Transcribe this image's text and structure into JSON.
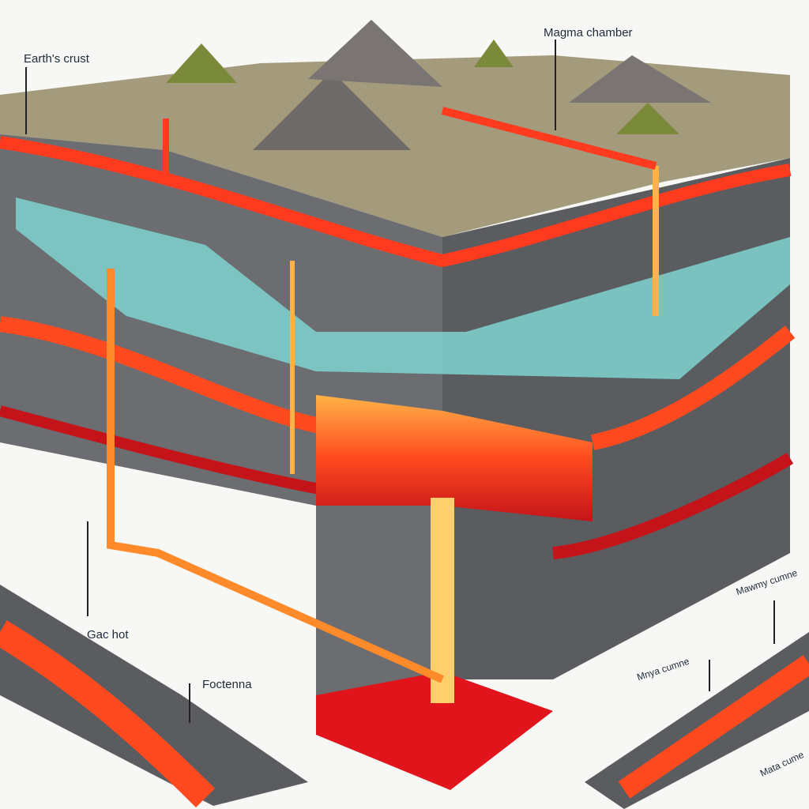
{
  "labels": {
    "earths_crust": "Earth's crust",
    "magma_chamber": "Magma chamber",
    "gas_hot": "Gac hot",
    "foctenna": "Foctenna",
    "magma_right_1": "Mawmy cumne",
    "magma_right_2": "Mnya cumne",
    "magma_right_3": "Mata cume"
  },
  "colors": {
    "rock": "#6b6d70",
    "rock_dark": "#4a4c50",
    "magma": "#ff3b1f",
    "magma_glow": "#ffb347",
    "water": "#7fd3d0",
    "grass": "#b7a76a"
  }
}
